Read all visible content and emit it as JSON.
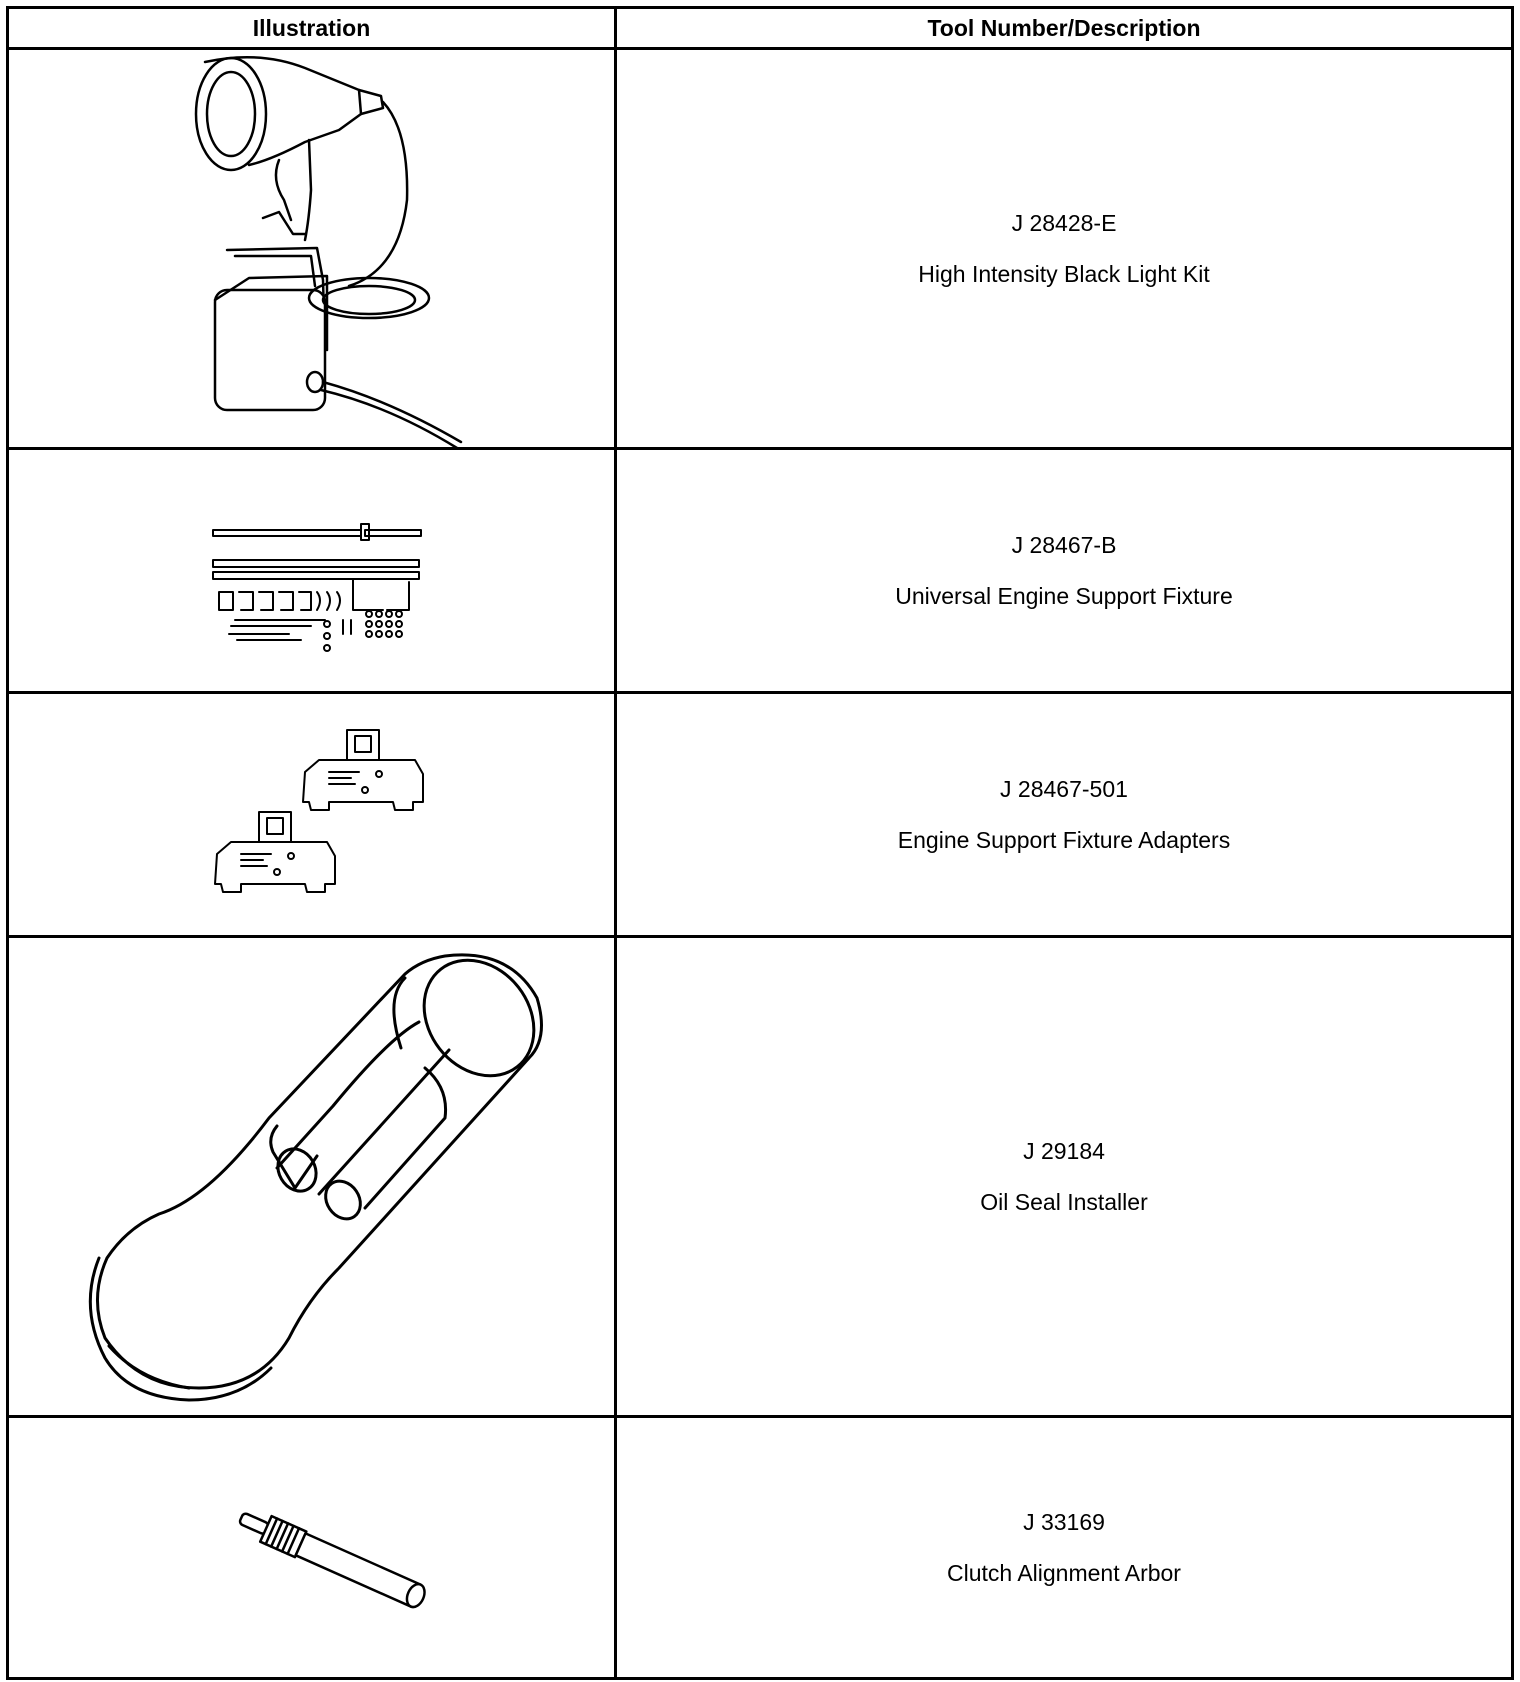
{
  "table": {
    "headers": {
      "illustration": "Illustration",
      "tool": "Tool Number/Description"
    },
    "rows": [
      {
        "number": "J 28428-E",
        "description": "High Intensity Black Light Kit",
        "icon": "black-light-kit-icon"
      },
      {
        "number": "J 28467-B",
        "description": "Universal Engine Support Fixture",
        "icon": "engine-support-fixture-icon"
      },
      {
        "number": "J 28467-501",
        "description": "Engine Support Fixture Adapters",
        "icon": "fixture-adapters-icon"
      },
      {
        "number": "J 29184",
        "description": "Oil Seal Installer",
        "icon": "oil-seal-installer-icon"
      },
      {
        "number": "J 33169",
        "description": "Clutch Alignment Arbor",
        "icon": "clutch-alignment-arbor-icon"
      }
    ]
  }
}
